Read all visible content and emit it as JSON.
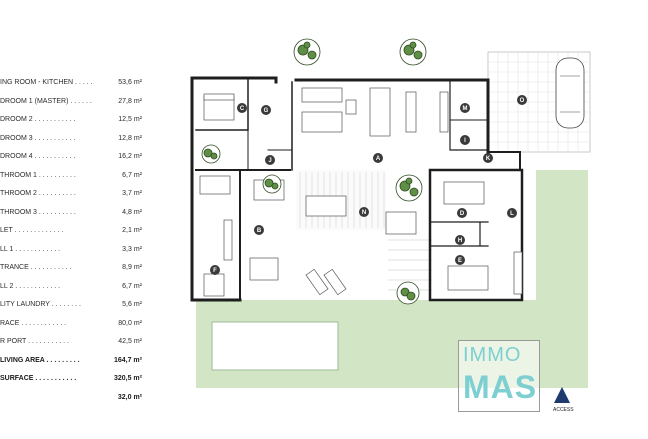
{
  "legend": [
    {
      "label": "ING ROOM - KITCHEN",
      "value": "53,6 m²"
    },
    {
      "label": "DROOM 1 (MASTER)",
      "value": "27,8 m²"
    },
    {
      "label": "DROOM 2",
      "value": "12,5 m²"
    },
    {
      "label": "DROOM 3",
      "value": "12,8 m²"
    },
    {
      "label": "DROOM 4",
      "value": "16,2 m²"
    },
    {
      "label": "THROOM 1",
      "value": "6,7 m²"
    },
    {
      "label": "THROOM 2",
      "value": "3,7 m²"
    },
    {
      "label": "THROOM 3",
      "value": "4,8 m²"
    },
    {
      "label": "LET",
      "value": "2,1 m²"
    },
    {
      "label": "LL 1",
      "value": "3,3 m²"
    },
    {
      "label": "TRANCE",
      "value": "8,9 m²"
    },
    {
      "label": "LL 2",
      "value": "6,7 m²"
    },
    {
      "label": "LITY LAUNDRY",
      "value": "5,6 m²"
    },
    {
      "label": "RACE",
      "value": "80,0 m²"
    },
    {
      "label": "R PORT",
      "value": "42,5 m²"
    }
  ],
  "totals": [
    {
      "label": "LIVING AREA",
      "value": "164,7 m²"
    },
    {
      "label": "SURFACE",
      "value": "320,5 m²"
    },
    {
      "label": "",
      "value": "32,0 m²"
    }
  ],
  "rooms": [
    "A",
    "B",
    "C",
    "D",
    "E",
    "F",
    "G",
    "H",
    "I",
    "J",
    "K",
    "L",
    "M",
    "N",
    "O"
  ],
  "logo": {
    "line1": "IMMO",
    "line2": "MAS"
  },
  "north_label": "ACCESS",
  "colors": {
    "wall": "#1e1e1e",
    "grass": "#d2e6c6",
    "pool": "#ffffff",
    "marker": "#3a3a3a",
    "logo": "#7ecfd1"
  }
}
